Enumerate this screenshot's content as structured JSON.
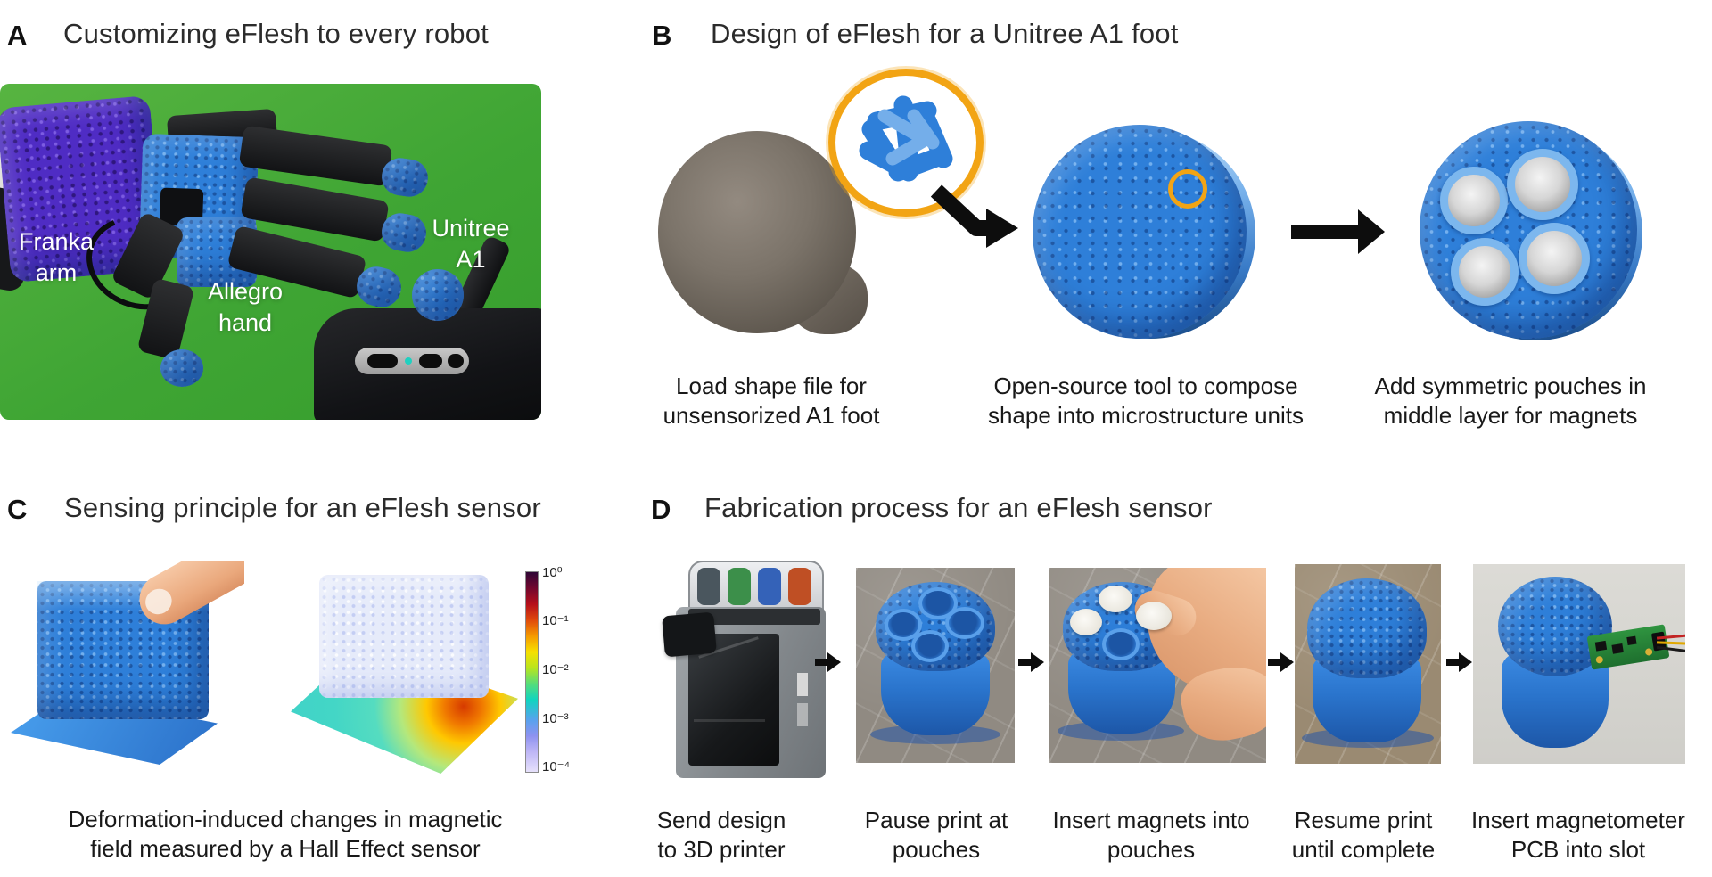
{
  "figure": {
    "panel_a": {
      "label": "A",
      "title": "Customizing eFlesh to every robot",
      "photo_labels": {
        "franka": "Franka\narm",
        "allegro": "Allegro\nhand",
        "unitree": "Unitree\nA1"
      }
    },
    "panel_b": {
      "label": "B",
      "title": "Design of eFlesh for a Unitree A1 foot",
      "steps": [
        {
          "caption": "Load shape file for\nunsensorized A1 foot"
        },
        {
          "caption": "Open-source tool to compose\nshape into microstructure units"
        },
        {
          "caption": "Add symmetric pouches in\nmiddle layer for magnets"
        }
      ]
    },
    "panel_c": {
      "label": "C",
      "title": "Sensing principle for an eFlesh sensor",
      "caption": "Deformation-induced changes in magnetic\nfield measured by a Hall Effect sensor",
      "colorbar_labels": [
        "10⁰",
        "10⁻¹",
        "10⁻²",
        "10⁻³",
        "10⁻⁴"
      ]
    },
    "panel_d": {
      "label": "D",
      "title": "Fabrication process for an eFlesh sensor",
      "steps": [
        {
          "caption": "Send design\nto 3D printer"
        },
        {
          "caption": "Pause print at\npouches"
        },
        {
          "caption": "Insert magnets into\npouches"
        },
        {
          "caption": "Resume print\nuntil complete"
        },
        {
          "caption": "Insert magnetometer\nPCB into slot"
        }
      ]
    },
    "colors": {
      "eflesh_blue": "#2e7fd9",
      "accent_orange": "#f2a414",
      "photo_green": "#3fa534",
      "foot_gray": "#6f675d"
    }
  }
}
